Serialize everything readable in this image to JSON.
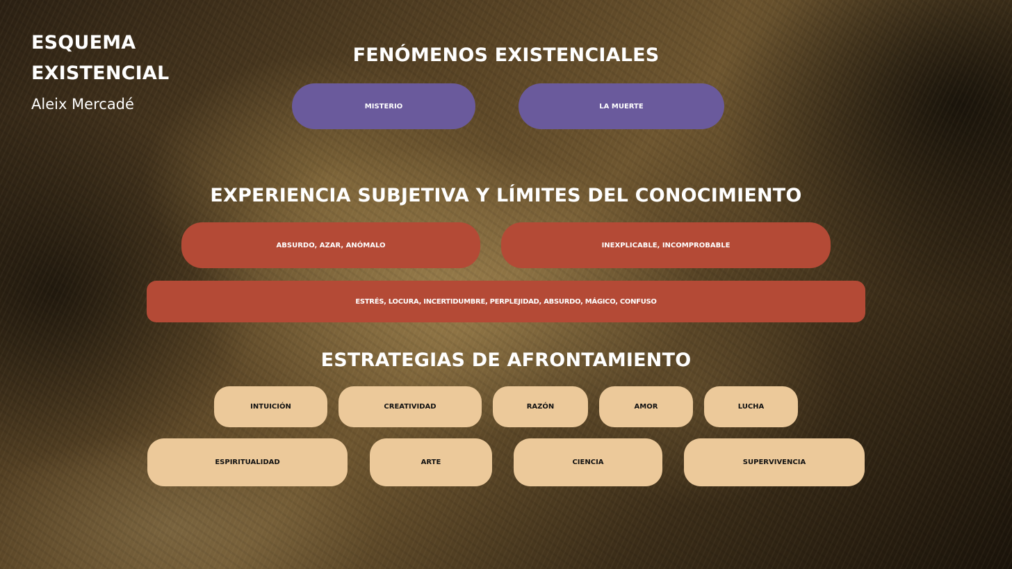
{
  "brand": {
    "title_line1": "ESQUEMA",
    "title_line2": "EXISTENCIAL",
    "author": "Aleix Mercadé"
  },
  "sections": {
    "phenomena": {
      "heading": "FENÓMENOS EXISTENCIALES",
      "items": [
        "MISTERIO",
        "LA MUERTE"
      ]
    },
    "experience": {
      "heading": "EXPERIENCIA SUBJETIVA Y LÍMITES DEL CONOCIMIENTO",
      "items": [
        "ABSURDO, AZAR, ANÓMALO",
        "INEXPLICABLE, INCOMPROBABLE",
        "ESTRÉS, LOCURA, INCERTIDUMBRE, PERPLEJIDAD, ABSURDO, MÁGICO, CONFUSO"
      ]
    },
    "strategies": {
      "heading": "ESTRATEGIAS DE AFRONTAMIENTO",
      "row1": [
        "INTUICIÓN",
        "CREATIVIDAD",
        "RAZÓN",
        "AMOR",
        "LUCHA"
      ],
      "row2": [
        "ESPIRITUALIDAD",
        "ARTE",
        "CIENCIA",
        "SUPERVIVENCIA"
      ]
    }
  },
  "colors": {
    "phenomena_pill": "#6a5a9c",
    "experience_pill": "#b44a36",
    "strategy_pill": "#ecc99a",
    "heading_text": "#ffffff",
    "strategy_text": "#111111"
  }
}
